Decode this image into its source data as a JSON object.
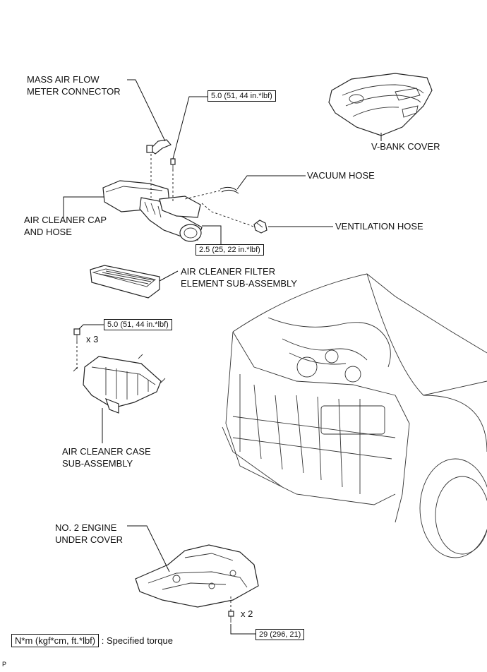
{
  "labels": {
    "maf_connector_line1": "MASS AIR FLOW",
    "maf_connector_line2": "METER CONNECTOR",
    "v_bank_cover": "V-BANK COVER",
    "vacuum_hose": "VACUUM HOSE",
    "air_cleaner_cap_line1": "AIR CLEANER CAP",
    "air_cleaner_cap_line2": "AND HOSE",
    "ventilation_hose": "VENTILATION HOSE",
    "filter_line1": "AIR CLEANER FILTER",
    "filter_line2": "ELEMENT SUB-ASSEMBLY",
    "case_line1": "AIR CLEANER CASE",
    "case_line2": "SUB-ASSEMBLY",
    "under_cover_line1": "NO. 2 ENGINE",
    "under_cover_line2": "UNDER COVER"
  },
  "torques": {
    "maf_bolt": "5.0 (51, 44 in.*lbf)",
    "hose_clamp": "2.5 (25, 22 in.*lbf)",
    "case_bolt": "5.0 (51, 44 in.*lbf)",
    "under_cover_bolt": "29 (296, 21)"
  },
  "quantities": {
    "case_bolts": "x 3",
    "under_cover_bolts": "x 2"
  },
  "legend": {
    "key": "N*m (kgf*cm, ft.*lbf)",
    "description": ": Specified torque"
  },
  "corner_mark": "P"
}
